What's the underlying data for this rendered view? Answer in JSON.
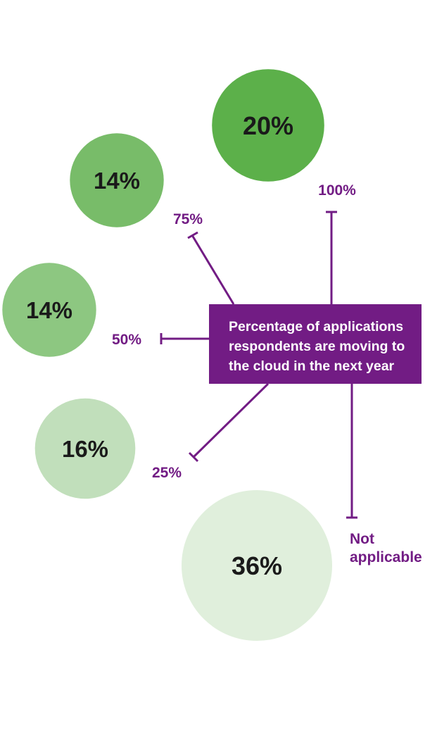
{
  "colors": {
    "accent": "#721c84",
    "bubble_shades": [
      "#5cb04a",
      "#78bc69",
      "#8dc781",
      "#c1dfbb",
      "#e0efdc"
    ]
  },
  "chart_data": {
    "type": "bubble",
    "title": "Percentage of applications respondents are moving to the cloud in the next year",
    "series": [
      {
        "values": [
          {
            "category": "100%",
            "value": 20,
            "label": "20%"
          },
          {
            "category": "75%",
            "value": 14,
            "label": "14%"
          },
          {
            "category": "50%",
            "value": 14,
            "label": "14%"
          },
          {
            "category": "25%",
            "value": 16,
            "label": "16%"
          },
          {
            "category": "Not applicable",
            "value": 36,
            "label": "36%"
          }
        ]
      }
    ]
  }
}
